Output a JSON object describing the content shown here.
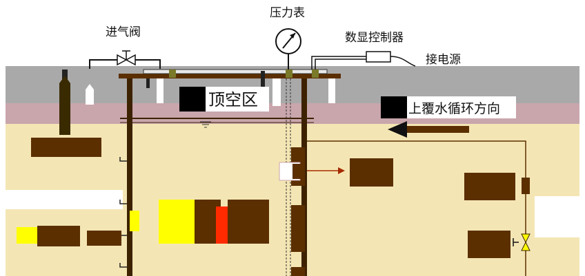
{
  "labels": {
    "gauge": "压力表",
    "inlet_valve": "进气阀",
    "controller": "数显控制器",
    "power": "接电源",
    "headspace": "顶空区",
    "flow": "上覆水循环方向"
  },
  "colors": {
    "band_gray": "#a9a9a9",
    "band_pink": "#c9a6ac",
    "sediment": "#f4e6b4",
    "block_dark": "#5b2f00",
    "highlight_yellow": "#ffff00",
    "accent_red": "#ff2a00",
    "black": "#000000"
  }
}
